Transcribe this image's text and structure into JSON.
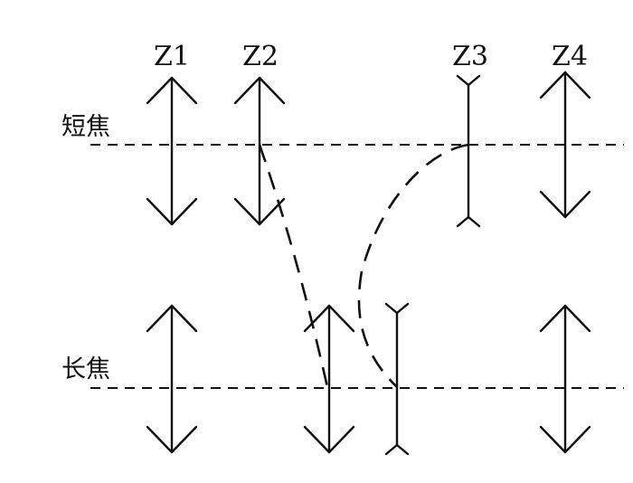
{
  "lens_labels": [
    "Z1",
    "Z2",
    "Z3",
    "Z4"
  ],
  "states": {
    "short": "短焦",
    "long": "长焦"
  },
  "lenses": [
    {
      "label": "Z1",
      "type": "convex"
    },
    {
      "label": "Z2",
      "type": "convex"
    },
    {
      "label": "Z3",
      "type": "concave"
    },
    {
      "label": "Z4",
      "type": "convex"
    }
  ]
}
